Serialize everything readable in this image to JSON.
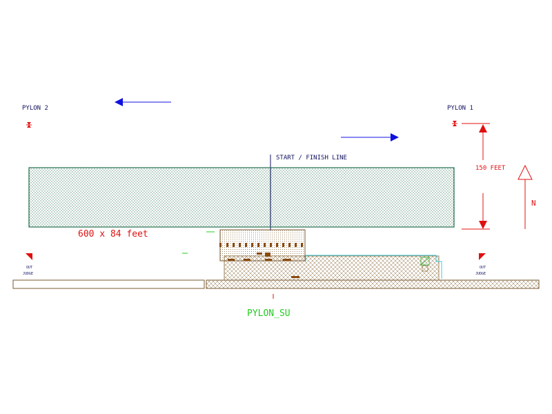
{
  "labels": {
    "pylon_2": "PYLON 2",
    "pylon_1": "PYLON 1",
    "start_finish": "START / FINISH LINE",
    "distance": "150 FEET",
    "north": "N",
    "field_size": "600 x 84 feet",
    "out_judge_left_1": "OUT",
    "out_judge_left_2": "JUDGE",
    "out_judge_right_1": "OUT",
    "out_judge_right_2": "JUDGE",
    "pylon_su": "PYLON_SU"
  },
  "colors": {
    "field_green": "#1f6b4a",
    "arrow_blue": "#1010e0",
    "dimension_red": "#e01010",
    "label_green": "#22cc22",
    "building_brown": "#7a5a30",
    "fence_cyan": "#38c8e0",
    "text_navy": "#101060"
  }
}
